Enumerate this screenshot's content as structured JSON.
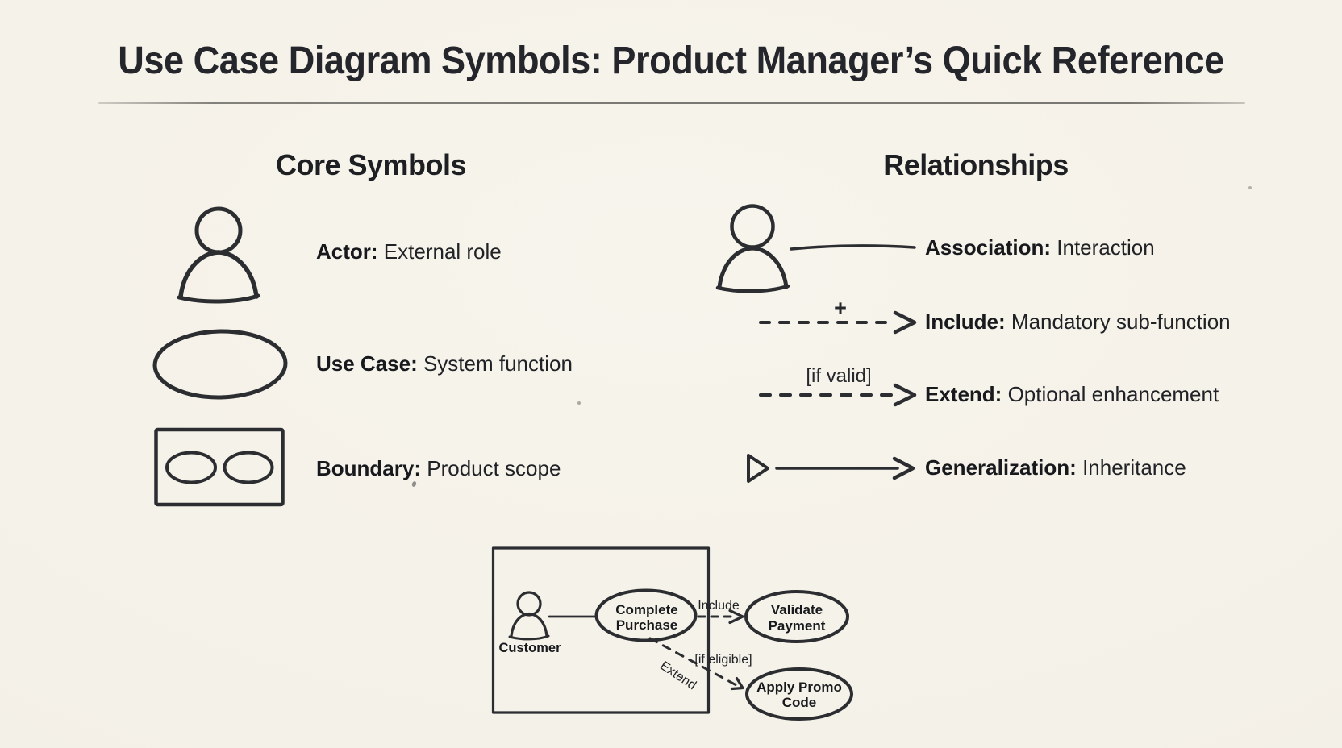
{
  "title": "Use Case Diagram Symbols: Product Manager’s Quick Reference",
  "colors": {
    "background": "#f4f1e8",
    "ink": "#2b2d30",
    "text": "#1c1e21",
    "divider": "#8f8c83"
  },
  "core_symbols": {
    "heading": "Core Symbols",
    "items": [
      {
        "icon": "actor-icon",
        "term": "Actor:",
        "description": "External role"
      },
      {
        "icon": "use-case-ellipse-icon",
        "term": "Use Case:",
        "description": "System function"
      },
      {
        "icon": "boundary-box-icon",
        "term": "Boundary:",
        "description": "Product scope"
      }
    ]
  },
  "relationships": {
    "heading": "Relationships",
    "items": [
      {
        "icon": "actor-association-icon",
        "annotation": "",
        "term": "Association:",
        "description": "Interaction"
      },
      {
        "icon": "include-dashed-arrow-icon",
        "annotation": "+",
        "term": "Include:",
        "description": "Mandatory sub-function"
      },
      {
        "icon": "extend-dashed-arrow-icon",
        "annotation": "[if valid]",
        "term": "Extend:",
        "description": "Optional enhancement"
      },
      {
        "icon": "generalization-arrow-icon",
        "annotation": "",
        "term": "Generalization:",
        "description": "Inheritance"
      }
    ]
  },
  "example_diagram": {
    "actor_label": "Customer",
    "primary_use_case": {
      "line1": "Complete",
      "line2": "Purchase"
    },
    "include_target": {
      "line1": "Validate",
      "line2": "Payment"
    },
    "extend_target": {
      "line1": "Apply Promo",
      "line2": "Code"
    },
    "include_label": "Include",
    "extend_label": "Extend",
    "extend_condition": "[if eligible]"
  }
}
